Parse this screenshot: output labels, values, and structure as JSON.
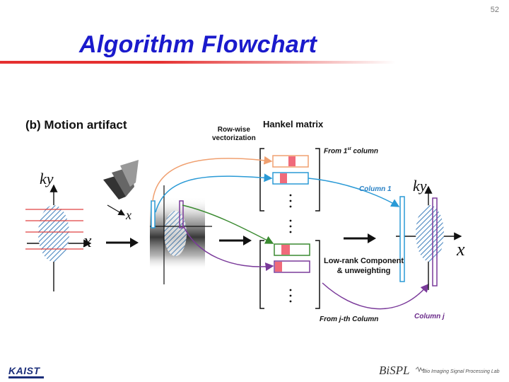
{
  "slide": {
    "page_number": "52",
    "title": "Algorithm Flowchart"
  },
  "diagram": {
    "subtitle": "(b) Motion artifact",
    "row_wise_label": "Row-wise\nvectorization",
    "hankel_label": "Hankel matrix",
    "from_first_prefix": "From 1",
    "from_first_sup": "st",
    "from_first_suffix": " column",
    "from_jth_label": "From j-th Column",
    "column1_label": "Column 1",
    "columnj_label": "Column j",
    "lowrank_label": "Low-rank Component\n& unweighting",
    "axis": {
      "ky": "ky",
      "x": "x"
    },
    "colors": {
      "orange": "#f0a070",
      "blue": "#2a9ad6",
      "green": "#3a8a30",
      "purple": "#7a3a9a",
      "red_lines": "#e04040",
      "pink": "#f06a7a",
      "hatch": "#4a86c0"
    }
  },
  "footer": {
    "kaist": "KAIST",
    "bispl": "BiSPL",
    "bispl_sub": "Bio Imaging Signal Processing Lab"
  }
}
